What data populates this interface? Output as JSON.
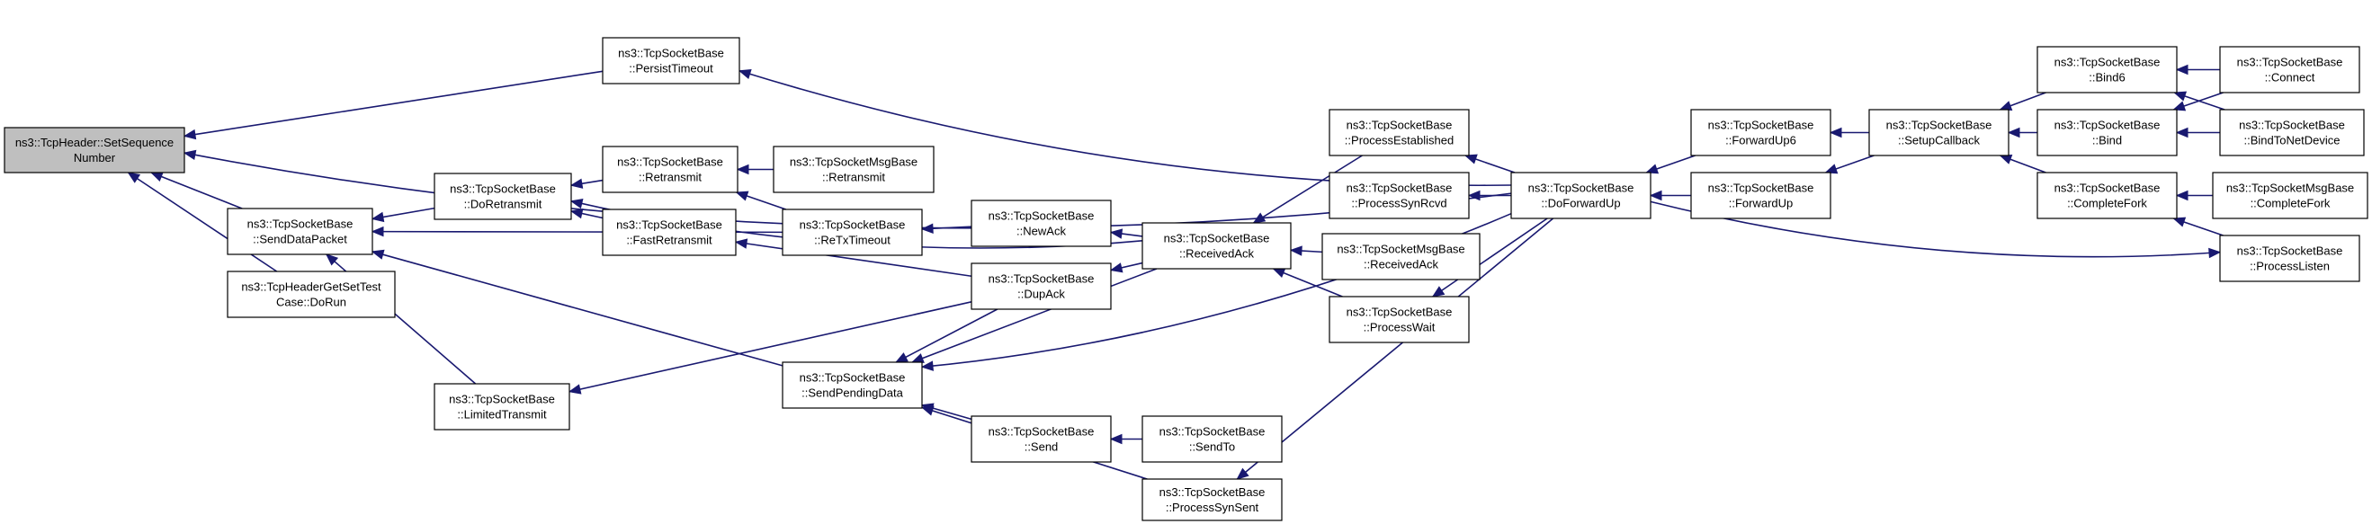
{
  "colors": {
    "edge": "#191970",
    "node_fill": "#ffffff",
    "root_fill": "#bfbfbf",
    "node_stroke": "#000000"
  },
  "nodes": [
    {
      "id": "n_setseq",
      "lines": [
        "ns3::TcpHeader::SetSequence",
        "Number"
      ],
      "root": true
    },
    {
      "id": "n_senddatapacket",
      "lines": [
        "ns3::TcpSocketBase",
        "::SendDataPacket"
      ]
    },
    {
      "id": "n_dorun",
      "lines": [
        "ns3::TcpHeaderGetSetTest",
        "Case::DoRun"
      ]
    },
    {
      "id": "n_persisttimeout",
      "lines": [
        "ns3::TcpSocketBase",
        "::PersistTimeout"
      ]
    },
    {
      "id": "n_doretransmit",
      "lines": [
        "ns3::TcpSocketBase",
        "::DoRetransmit"
      ]
    },
    {
      "id": "n_limitedtransmit",
      "lines": [
        "ns3::TcpSocketBase",
        "::LimitedTransmit"
      ]
    },
    {
      "id": "n_retransmit",
      "lines": [
        "ns3::TcpSocketBase",
        "::Retransmit"
      ]
    },
    {
      "id": "n_fastretransmit",
      "lines": [
        "ns3::TcpSocketBase",
        "::FastRetransmit"
      ]
    },
    {
      "id": "n_msg_retransmit",
      "lines": [
        "ns3::TcpSocketMsgBase",
        "::Retransmit"
      ]
    },
    {
      "id": "n_retxtimeout",
      "lines": [
        "ns3::TcpSocketBase",
        "::ReTxTimeout"
      ]
    },
    {
      "id": "n_sendpendingdata",
      "lines": [
        "ns3::TcpSocketBase",
        "::SendPendingData"
      ]
    },
    {
      "id": "n_newack",
      "lines": [
        "ns3::TcpSocketBase",
        "::NewAck"
      ]
    },
    {
      "id": "n_dupack",
      "lines": [
        "ns3::TcpSocketBase",
        "::DupAck"
      ]
    },
    {
      "id": "n_send",
      "lines": [
        "ns3::TcpSocketBase",
        "::Send"
      ]
    },
    {
      "id": "n_receivedack",
      "lines": [
        "ns3::TcpSocketBase",
        "::ReceivedAck"
      ]
    },
    {
      "id": "n_sendto",
      "lines": [
        "ns3::TcpSocketBase",
        "::SendTo"
      ]
    },
    {
      "id": "n_processsynsent",
      "lines": [
        "ns3::TcpSocketBase",
        "::ProcessSynSent"
      ]
    },
    {
      "id": "n_processestablished",
      "lines": [
        "ns3::TcpSocketBase",
        "::ProcessEstablished"
      ]
    },
    {
      "id": "n_processsynrcvd",
      "lines": [
        "ns3::TcpSocketBase",
        "::ProcessSynRcvd"
      ]
    },
    {
      "id": "n_msg_receivedack",
      "lines": [
        "ns3::TcpSocketMsgBase",
        "::ReceivedAck"
      ]
    },
    {
      "id": "n_processwait",
      "lines": [
        "ns3::TcpSocketBase",
        "::ProcessWait"
      ]
    },
    {
      "id": "n_doforwardup",
      "lines": [
        "ns3::TcpSocketBase",
        "::DoForwardUp"
      ]
    },
    {
      "id": "n_forwardup6",
      "lines": [
        "ns3::TcpSocketBase",
        "::ForwardUp6"
      ]
    },
    {
      "id": "n_forwardup",
      "lines": [
        "ns3::TcpSocketBase",
        "::ForwardUp"
      ]
    },
    {
      "id": "n_setupcallback",
      "lines": [
        "ns3::TcpSocketBase",
        "::SetupCallback"
      ]
    },
    {
      "id": "n_bind6",
      "lines": [
        "ns3::TcpSocketBase",
        "::Bind6"
      ]
    },
    {
      "id": "n_bind",
      "lines": [
        "ns3::TcpSocketBase",
        "::Bind"
      ]
    },
    {
      "id": "n_completefork",
      "lines": [
        "ns3::TcpSocketBase",
        "::CompleteFork"
      ]
    },
    {
      "id": "n_connect",
      "lines": [
        "ns3::TcpSocketBase",
        "::Connect"
      ]
    },
    {
      "id": "n_bindtonetdevice",
      "lines": [
        "ns3::TcpSocketBase",
        "::BindToNetDevice"
      ]
    },
    {
      "id": "n_msg_completefork",
      "lines": [
        "ns3::TcpSocketMsgBase",
        "::CompleteFork"
      ]
    },
    {
      "id": "n_processlisten",
      "lines": [
        "ns3::TcpSocketBase",
        "::ProcessListen"
      ]
    }
  ],
  "edges": [
    {
      "from": "n_senddatapacket",
      "to": "n_setseq"
    },
    {
      "from": "n_dorun",
      "to": "n_setseq"
    },
    {
      "from": "n_persisttimeout",
      "to": "n_setseq"
    },
    {
      "from": "n_doforwardup",
      "to": "n_setseq"
    },
    {
      "from": "n_doretransmit",
      "to": "n_senddatapacket"
    },
    {
      "from": "n_limitedtransmit",
      "to": "n_senddatapacket"
    },
    {
      "from": "n_sendpendingdata",
      "to": "n_senddatapacket"
    },
    {
      "from": "n_retxtimeout",
      "to": "n_senddatapacket"
    },
    {
      "from": "n_doforwardup",
      "to": "n_persisttimeout"
    },
    {
      "from": "n_retransmit",
      "to": "n_doretransmit"
    },
    {
      "from": "n_fastretransmit",
      "to": "n_doretransmit"
    },
    {
      "from": "n_receivedack",
      "to": "n_doretransmit"
    },
    {
      "from": "n_msg_retransmit",
      "to": "n_retransmit"
    },
    {
      "from": "n_retxtimeout",
      "to": "n_retransmit"
    },
    {
      "from": "n_dupack",
      "to": "n_fastretransmit"
    },
    {
      "from": "n_dupack",
      "to": "n_limitedtransmit"
    },
    {
      "from": "n_newack",
      "to": "n_retxtimeout"
    },
    {
      "from": "n_receivedack",
      "to": "n_newack"
    },
    {
      "from": "n_receivedack",
      "to": "n_dupack"
    },
    {
      "from": "n_dupack",
      "to": "n_sendpendingdata"
    },
    {
      "from": "n_receivedack",
      "to": "n_sendpendingdata"
    },
    {
      "from": "n_send",
      "to": "n_sendpendingdata"
    },
    {
      "from": "n_processsynsent",
      "to": "n_sendpendingdata"
    },
    {
      "from": "n_doforwardup",
      "to": "n_sendpendingdata"
    },
    {
      "from": "n_sendto",
      "to": "n_send"
    },
    {
      "from": "n_processestablished",
      "to": "n_receivedack"
    },
    {
      "from": "n_msg_receivedack",
      "to": "n_receivedack"
    },
    {
      "from": "n_processwait",
      "to": "n_receivedack"
    },
    {
      "from": "n_doforwardup",
      "to": "n_processestablished"
    },
    {
      "from": "n_doforwardup",
      "to": "n_processsynrcvd"
    },
    {
      "from": "n_doforwardup",
      "to": "n_processwait"
    },
    {
      "from": "n_doforwardup",
      "to": "n_processsynsent"
    },
    {
      "from": "n_forwardup6",
      "to": "n_doforwardup"
    },
    {
      "from": "n_forwardup",
      "to": "n_doforwardup"
    },
    {
      "from": "n_doforwardup",
      "to": "n_processlisten"
    },
    {
      "from": "n_setupcallback",
      "to": "n_forwardup6"
    },
    {
      "from": "n_setupcallback",
      "to": "n_forwardup"
    },
    {
      "from": "n_bind6",
      "to": "n_setupcallback"
    },
    {
      "from": "n_bind",
      "to": "n_setupcallback"
    },
    {
      "from": "n_completefork",
      "to": "n_setupcallback"
    },
    {
      "from": "n_connect",
      "to": "n_bind6"
    },
    {
      "from": "n_connect",
      "to": "n_bind"
    },
    {
      "from": "n_bindtonetdevice",
      "to": "n_bind6"
    },
    {
      "from": "n_bindtonetdevice",
      "to": "n_bind"
    },
    {
      "from": "n_msg_completefork",
      "to": "n_completefork"
    },
    {
      "from": "n_processlisten",
      "to": "n_completefork"
    }
  ]
}
